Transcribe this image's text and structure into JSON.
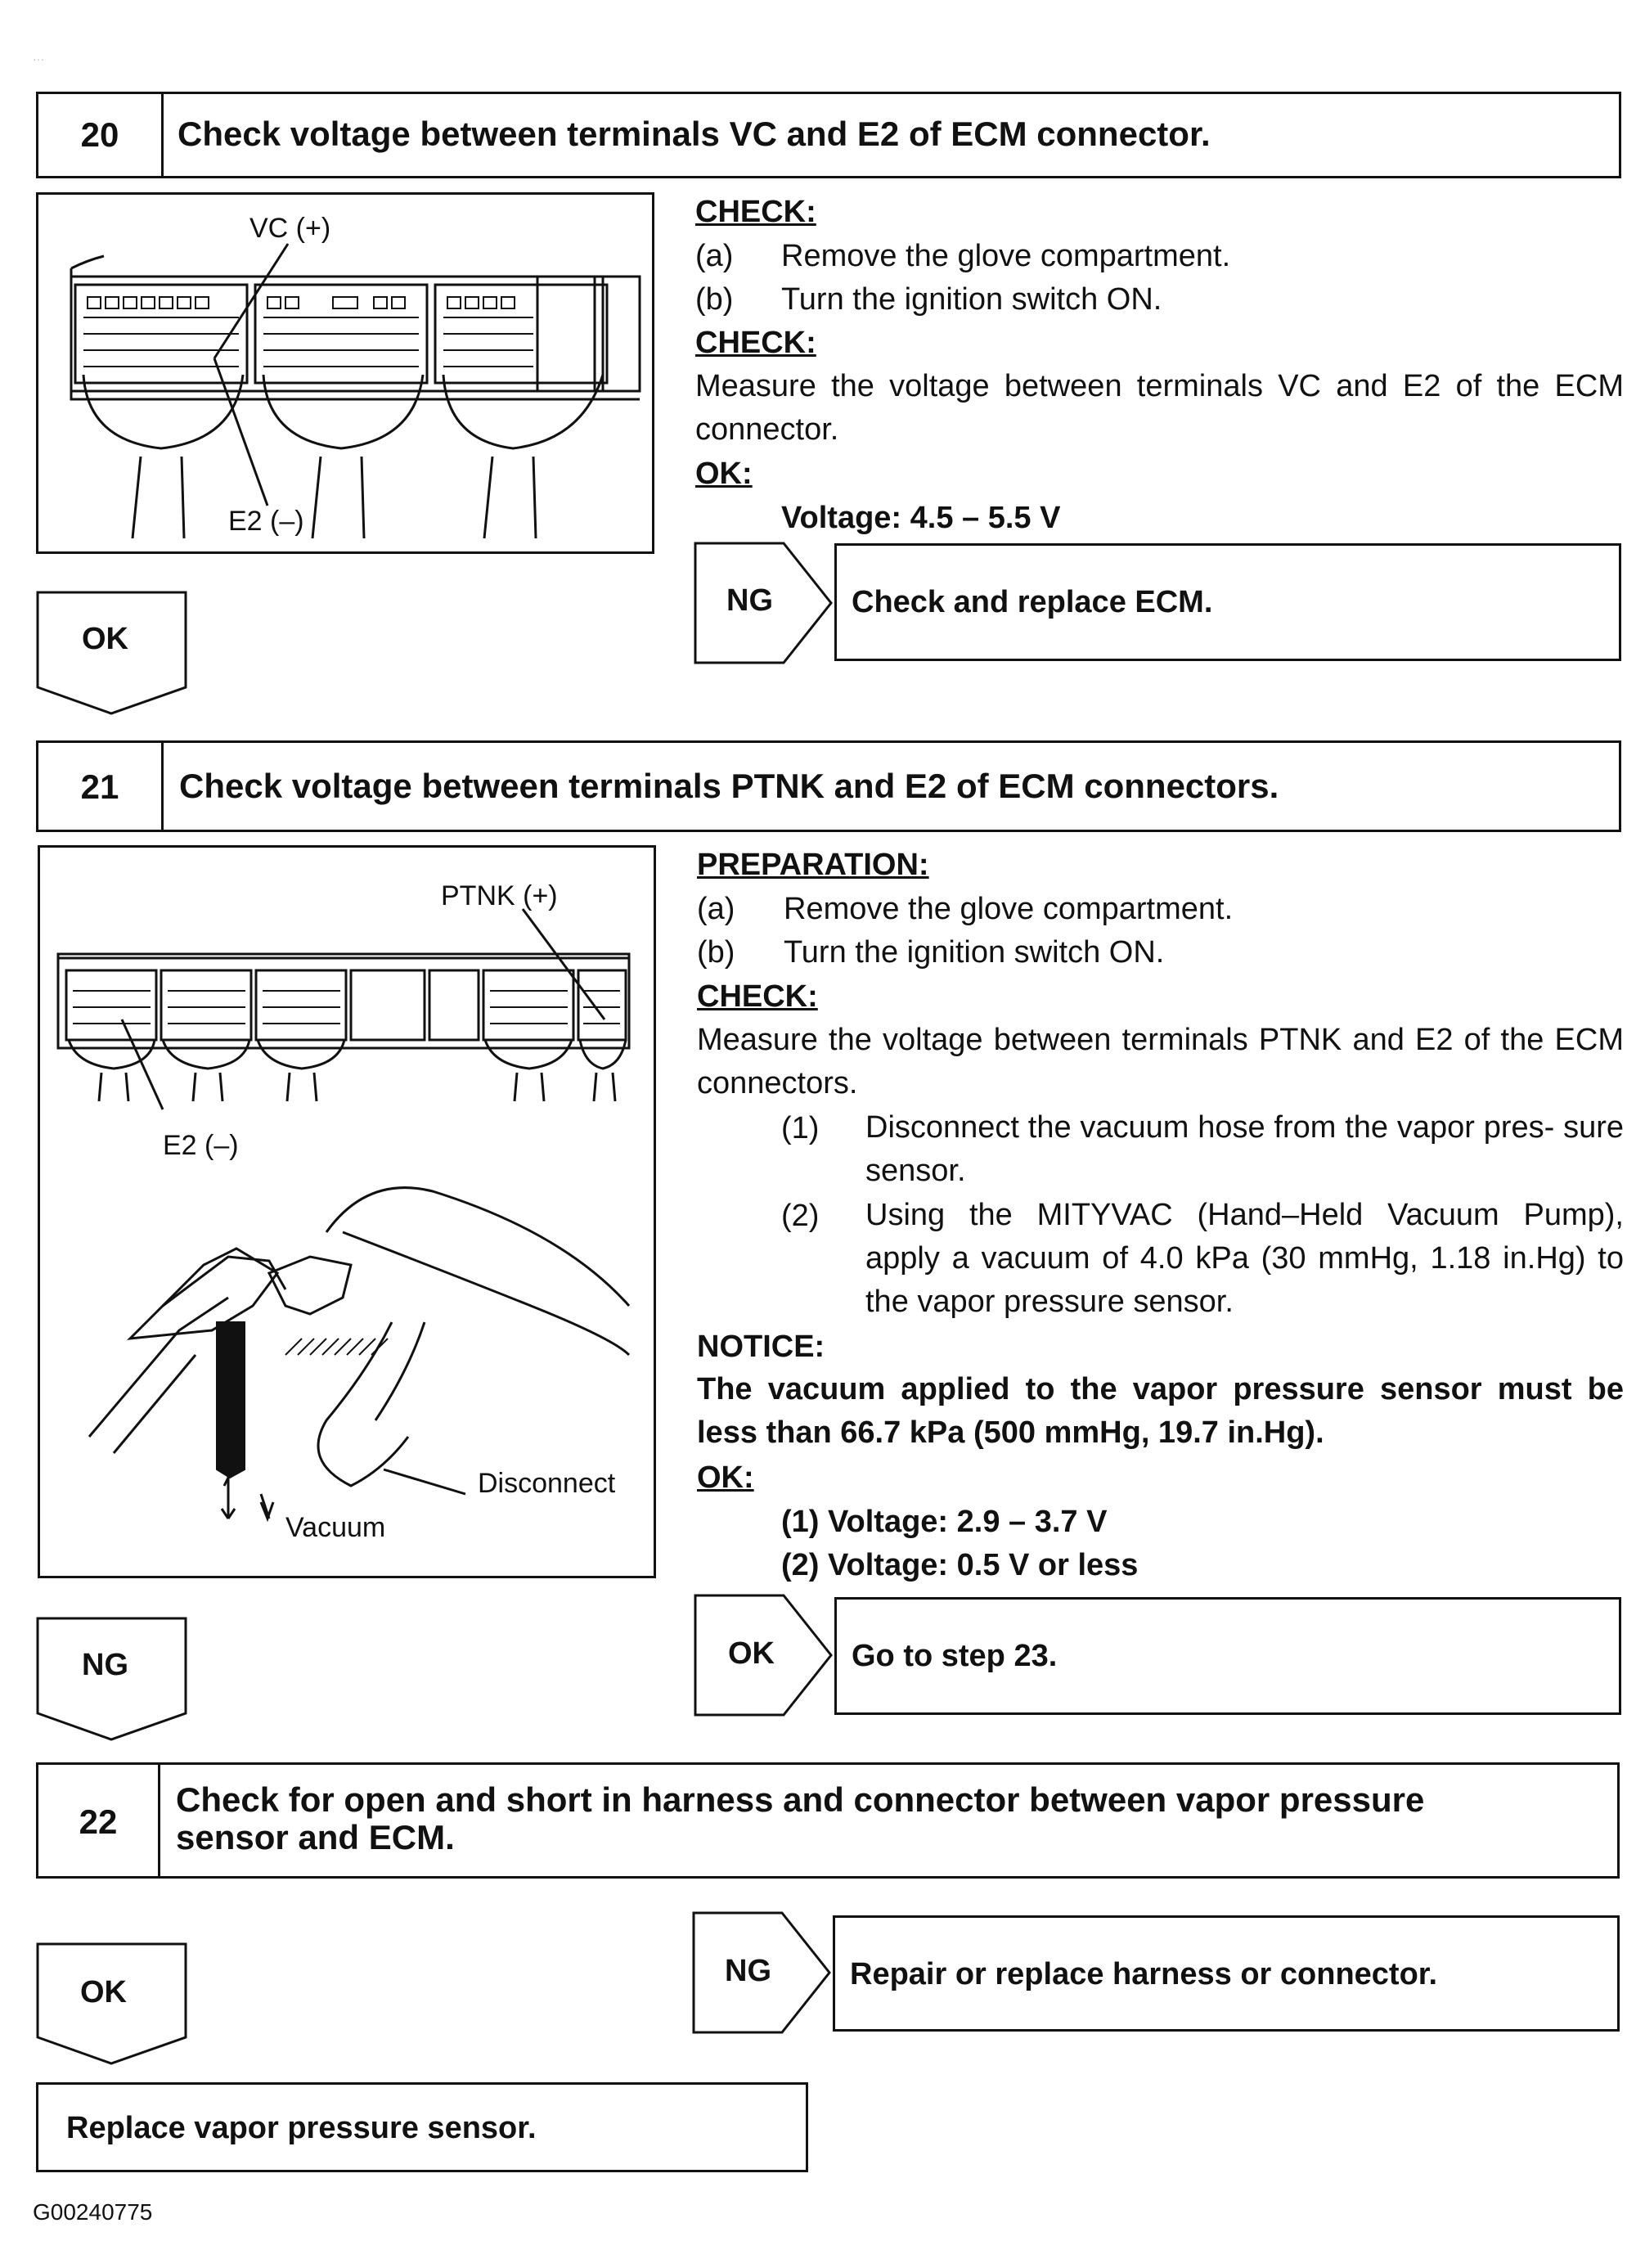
{
  "corner_mark": "···",
  "step20": {
    "number": "20",
    "title": "Check voltage between terminals VC and E2 of ECM connector.",
    "figure": {
      "label_top": "VC (+)",
      "label_bottom": "E2 (–)"
    },
    "heading1": "CHECK:",
    "items": [
      {
        "marker": "(a)",
        "text": "Remove the glove compartment."
      },
      {
        "marker": "(b)",
        "text": "Turn the ignition switch ON."
      }
    ],
    "heading2": "CHECK:",
    "measure": "Measure the voltage between terminals VC and E2 of the ECM connector.",
    "ok_heading": "OK:",
    "ok_value": "Voltage: 4.5 – 5.5 V",
    "branch_label": "NG",
    "branch_action": "Check and replace ECM.",
    "result_label": "OK"
  },
  "step21": {
    "number": "21",
    "title": "Check voltage between terminals PTNK and E2 of ECM connectors.",
    "figure": {
      "label_ptnk": "PTNK (+)",
      "label_e2": "E2 (–)",
      "label_disconnect": "Disconnect",
      "label_vacuum": "Vacuum"
    },
    "heading1": "PREPARATION:",
    "items": [
      {
        "marker": "(a)",
        "text": "Remove the glove compartment."
      },
      {
        "marker": "(b)",
        "text": "Turn the ignition switch ON."
      }
    ],
    "heading2": "CHECK:",
    "measure": "Measure the voltage between terminals PTNK and E2 of the ECM connectors.",
    "sub_items": [
      {
        "marker": "(1)",
        "text": "Disconnect the vacuum hose from the vapor pres- sure sensor."
      },
      {
        "marker": "(2)",
        "text": "Using the MITYVAC (Hand–Held Vacuum Pump), apply a vacuum of 4.0 kPa (30 mmHg, 1.18 in.Hg) to the vapor pressure sensor."
      }
    ],
    "notice_heading": "NOTICE:",
    "notice_text": "The vacuum applied to the vapor pressure sensor must be less than 66.7 kPa (500 mmHg, 19.7 in.Hg).",
    "ok_heading": "OK:",
    "ok_values": [
      "(1) Voltage: 2.9 – 3.7 V",
      "(2) Voltage: 0.5 V or less"
    ],
    "branch_label": "OK",
    "branch_action": "Go to step 23.",
    "result_label": "NG"
  },
  "step22": {
    "number": "22",
    "title_line1": "Check for open and short in harness and connector between vapor pressure",
    "title_line2": "sensor and ECM.",
    "branch_label": "NG",
    "branch_action": "Repair or replace harness or connector.",
    "result_label": "OK"
  },
  "final_action": "Replace vapor pressure sensor.",
  "figure_code": "G00240775"
}
